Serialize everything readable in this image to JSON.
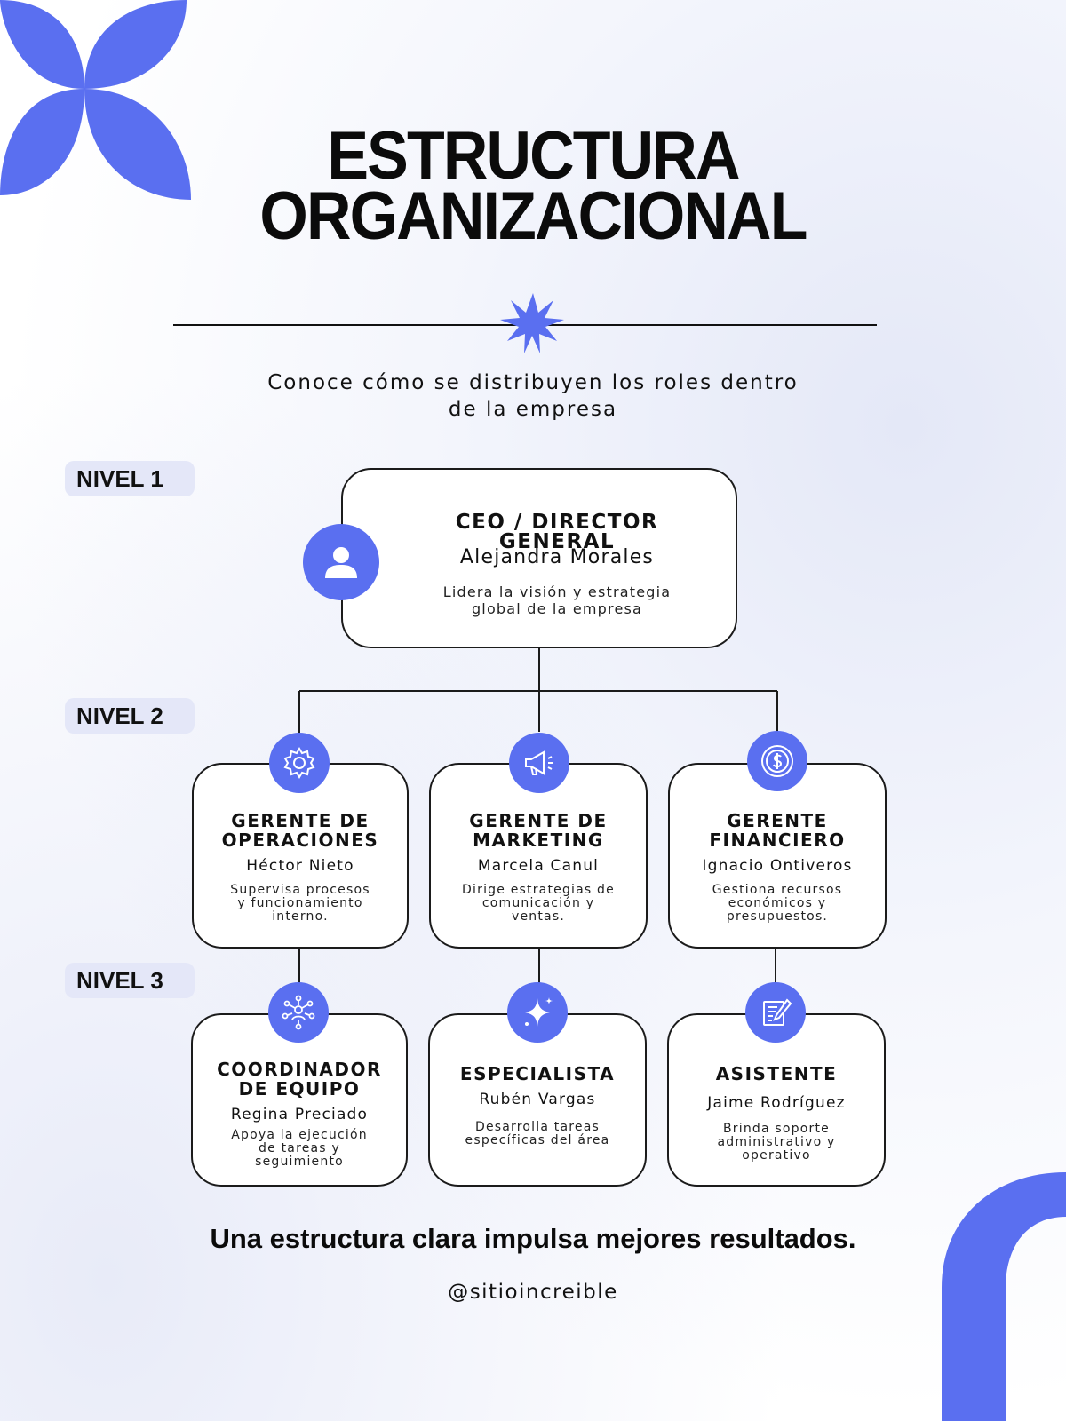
{
  "title": {
    "line1": "ESTRUCTURA",
    "line2": "ORGANIZACIONAL"
  },
  "subtitle": {
    "line1": "Conoce cómo se distribuyen los roles dentro",
    "line2": "de la empresa"
  },
  "levels": [
    "NIVEL 1",
    "NIVEL 2",
    "NIVEL 3"
  ],
  "ceo": {
    "role": "CEO / DIRECTOR GENERAL",
    "name": "Alejandra Morales",
    "desc": [
      "Lidera la visión y estrategia",
      "global de la empresa"
    ],
    "icon": "user-icon"
  },
  "level2": [
    {
      "role": [
        "GERENTE DE",
        "OPERACIONES"
      ],
      "name": "Héctor Nieto",
      "desc": [
        "Supervisa procesos",
        "y funcionamiento",
        "interno."
      ],
      "icon": "gear-icon"
    },
    {
      "role": [
        "GERENTE DE",
        "MARKETING"
      ],
      "name": "Marcela Canul",
      "desc": [
        "Dirige estrategias de",
        "comunicación y",
        "ventas."
      ],
      "icon": "megaphone-icon"
    },
    {
      "role": [
        "GERENTE",
        "FINANCIERO"
      ],
      "name": "Ignacio Ontiveros",
      "desc": [
        "Gestiona recursos",
        "económicos y",
        "presupuestos."
      ],
      "icon": "dollar-coin-icon"
    }
  ],
  "level3": [
    {
      "role": [
        "COORDINADOR",
        "DE EQUIPO"
      ],
      "name": "Regina Preciado",
      "desc": [
        "Apoya la ejecución",
        "de tareas y",
        "seguimiento"
      ],
      "icon": "team-network-icon"
    },
    {
      "role": [
        "ESPECIALISTA"
      ],
      "name": "Rubén Vargas",
      "desc": [
        "Desarrolla tareas",
        "específicas del área"
      ],
      "icon": "sparkle-icon"
    },
    {
      "role": [
        "ASISTENTE"
      ],
      "name": "Jaime Rodríguez",
      "desc": [
        "Brinda soporte",
        "administrativo y",
        "operativo"
      ],
      "icon": "document-pen-icon"
    }
  ],
  "footer": {
    "tagline": "Una estructura clara impulsa mejores resultados.",
    "handle": "@sitioincreible"
  },
  "colors": {
    "accent": "#5a6ff0",
    "level_badge": "#e4e7f8",
    "text": "#111111"
  }
}
